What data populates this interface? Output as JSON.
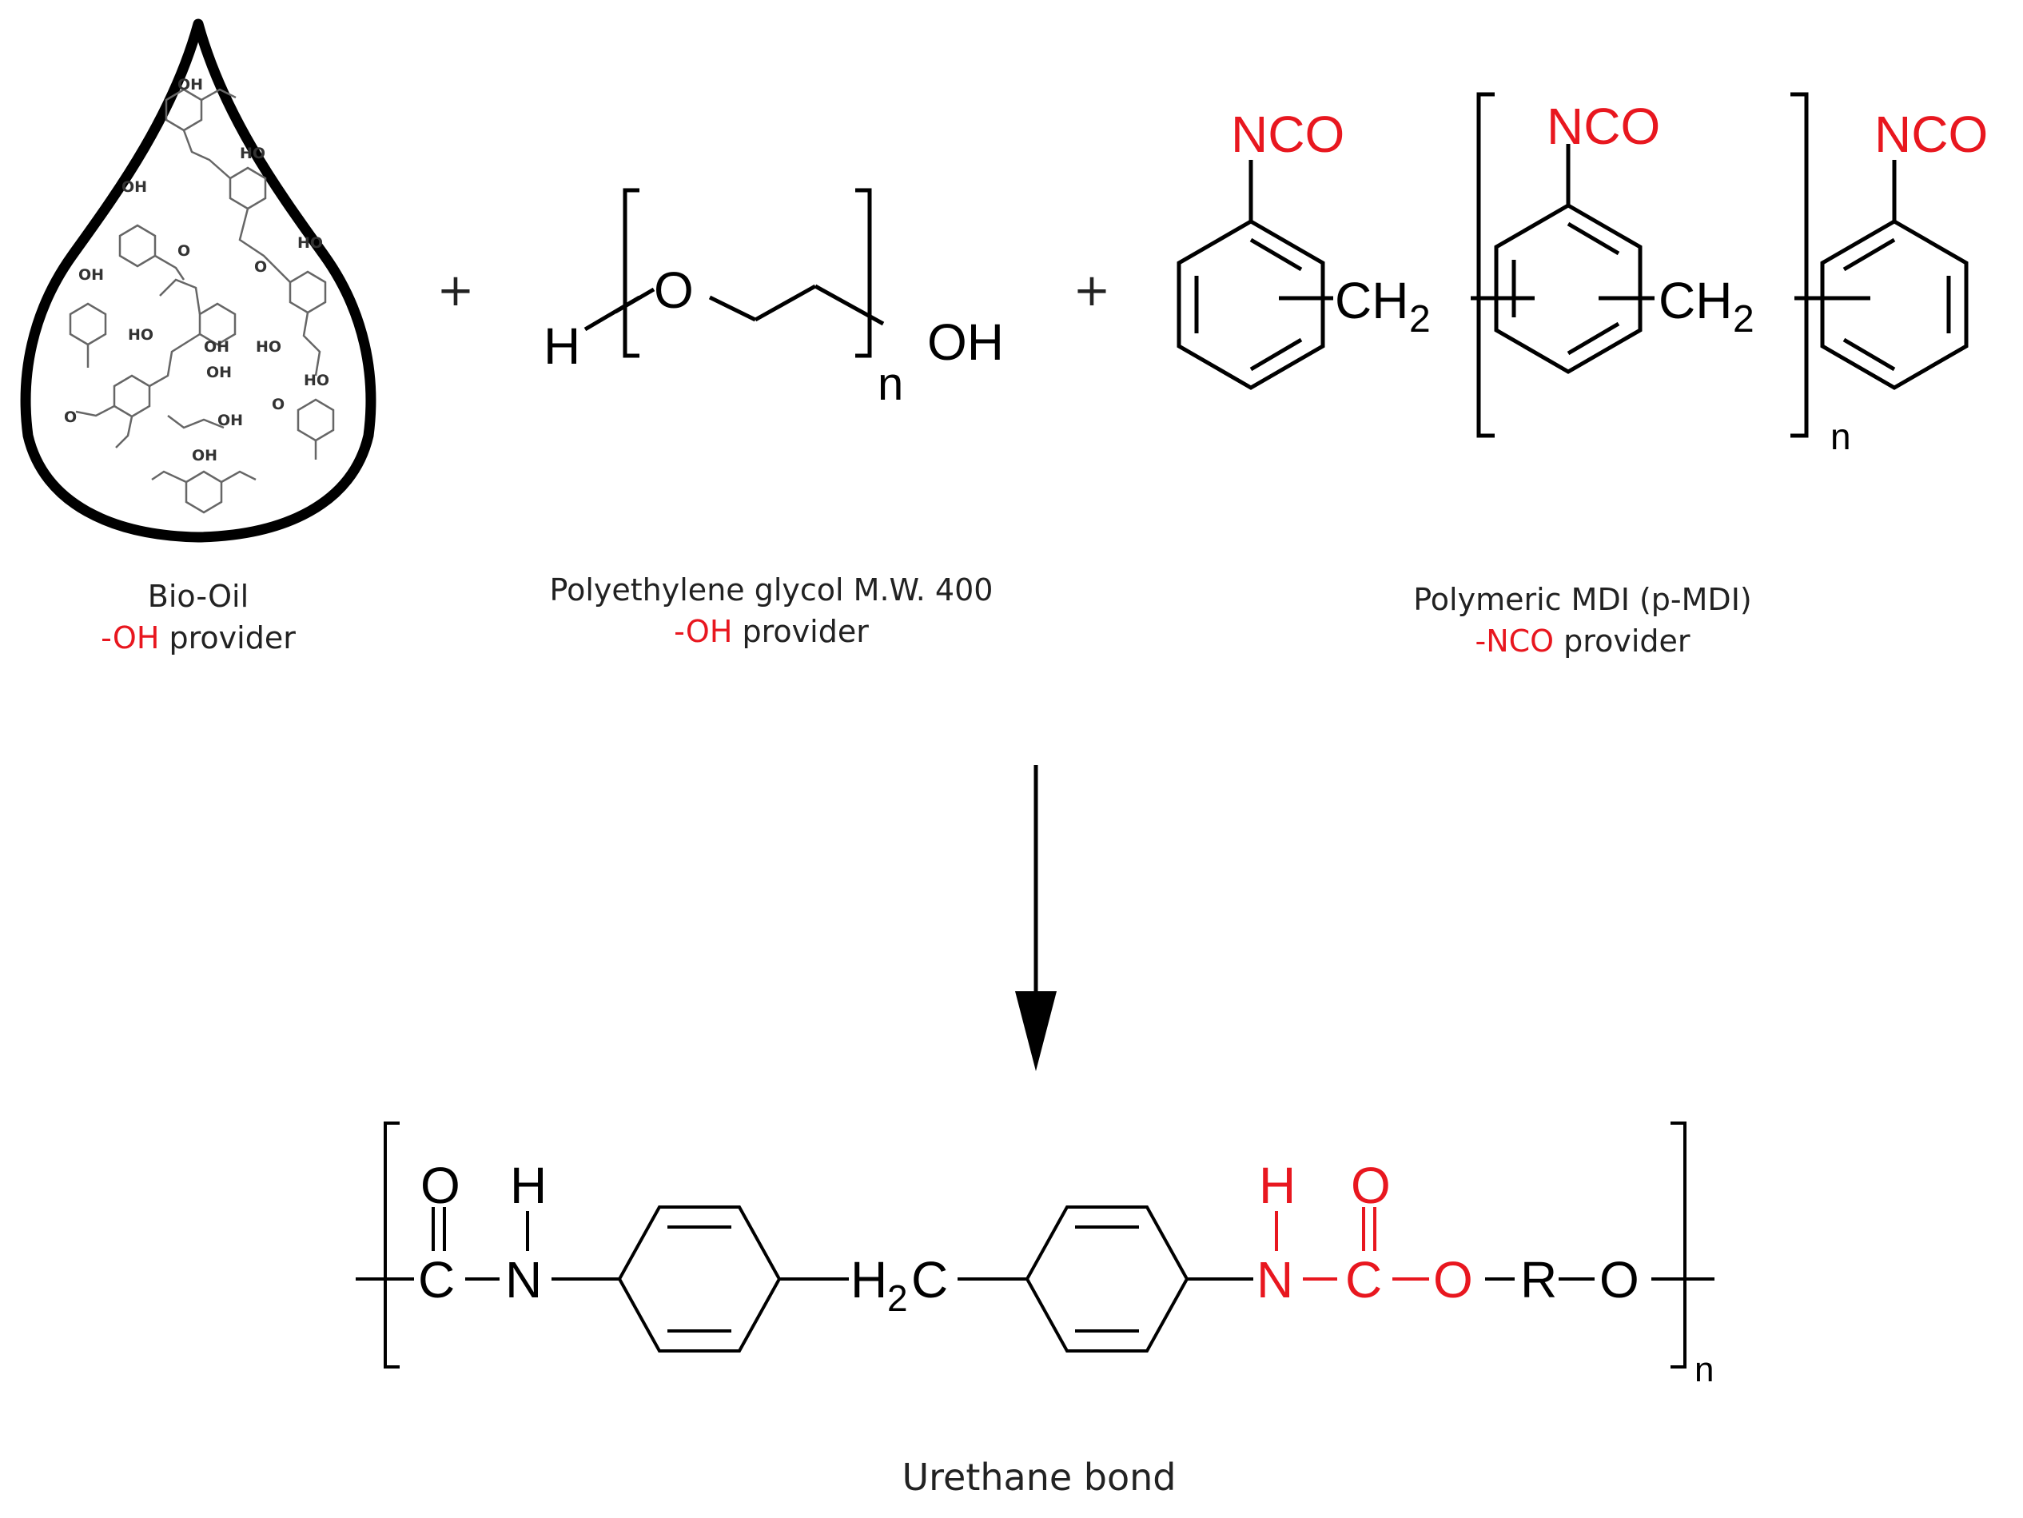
{
  "colors": {
    "ink": "#000000",
    "accent": "#e8171f",
    "caption": "#222222"
  },
  "plus_sign": "+",
  "reactants": {
    "bio_oil": {
      "name": "Bio-Oil",
      "role_group": "-OH",
      "role_text": " provider",
      "droplet_labels": {
        "oh": "OH",
        "ho": "HO",
        "o": "O"
      }
    },
    "peg": {
      "name": "Polyethylene glycol M.W. 400",
      "role_group": "-OH",
      "role_text": " provider",
      "formula": {
        "h": "H",
        "o": "O",
        "n": "n",
        "oh": "OH"
      }
    },
    "pmdi": {
      "name": "Polymeric MDI (p-MDI)",
      "role_group": "-NCO",
      "role_text": " provider",
      "formula": {
        "nco": "NCO",
        "ch": "CH",
        "sub2": "2",
        "n": "n"
      }
    }
  },
  "product": {
    "name": "Urethane bond",
    "formula": {
      "o": "O",
      "h": "H",
      "c": "C",
      "n_atom": "N",
      "h2": "H",
      "sub2": "2",
      "c2": "C",
      "r": "R",
      "repeat_n": "n"
    }
  }
}
